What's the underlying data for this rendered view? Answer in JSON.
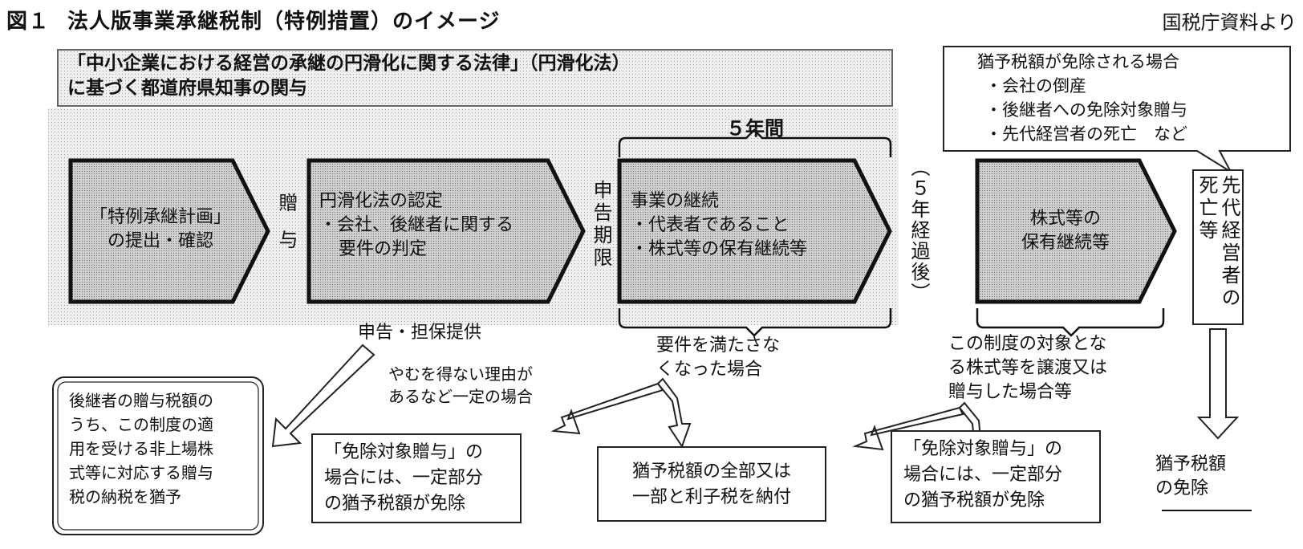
{
  "title": {
    "figure_no": "図１",
    "text": "法人版事業承継税制（特例措置）のイメージ"
  },
  "source": "国税庁資料より",
  "banner": {
    "line1": "「中小企業における経営の承継の円滑化に関する法律」（円滑化法）",
    "line2": "に基づく都道府県知事の関与"
  },
  "callout": {
    "heading": "猶予税額が免除される場合",
    "items": [
      "・会社の倒産",
      "・後継者への免除対象贈与",
      "・先代経営者の死亡　など"
    ]
  },
  "five_years": "５年間",
  "steps": [
    {
      "line1": "「特例承継計画」",
      "line2": "の提出・確認"
    },
    {
      "line1": "円滑化法の認定",
      "line2": "・会社、後継者に関する",
      "line3": "要件の判定"
    },
    {
      "line1": "事業の継続",
      "line2": "・代表者であること",
      "line3": "・株式等の保有継続等"
    },
    {
      "line1": "株式等の",
      "line2": "保有継続等"
    }
  ],
  "vertical_labels": {
    "gift": "贈与",
    "deadline": "申告期限",
    "after5": "（５年経過後）",
    "death": "先代経営者の死亡等"
  },
  "notes": {
    "filing": "申告・担保提供",
    "unavoidable": [
      "やむを得ない理由が",
      "あるなど一定の場合"
    ],
    "unmet": [
      "要件を満たさな",
      "くなった場合"
    ],
    "transfer": [
      "この制度の対象とな",
      "る株式等を譲渡又は",
      "贈与した場合等"
    ],
    "exempt": [
      "猶予税額",
      "の免除"
    ]
  },
  "boxes": {
    "deferral": [
      "後継者の贈与税額の",
      "うち、この制度の適",
      "用を受ける非上場株",
      "式等に対応する贈与",
      "税の納税を猶予"
    ],
    "exempt_gift_1": [
      "「免除対象贈与」の",
      "場合には、一定部分",
      "の猶予税額が免除"
    ],
    "pay": [
      "猶予税額の全部又は",
      "一部と利子税を納付"
    ],
    "exempt_gift_2": [
      "「免除対象贈与」の",
      "場合には、一定部分",
      "の猶予税額が免除"
    ]
  }
}
